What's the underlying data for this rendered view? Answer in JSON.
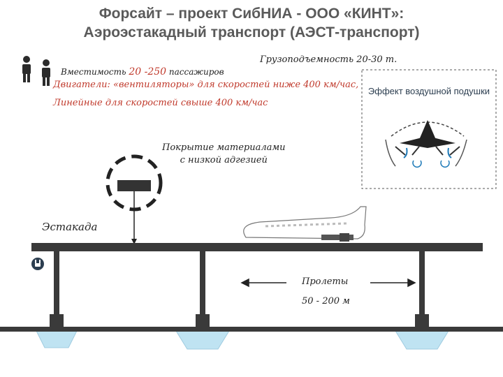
{
  "title": {
    "line1": "Форсайт – проект СибНИА - ООО «КИНТ»:",
    "line2": "Аэроэстакадный транспорт (АЭСТ-транспорт)"
  },
  "specs": {
    "capacity_label": "Вместимость",
    "capacity_value": "20 -250",
    "capacity_unit": "пассажиров",
    "cargo": "Грузоподъемность 20-30 т.",
    "engines": "Двигатели: «вентиляторы» для скоростей ниже 400 км/час,",
    "linear": "Линейные для скоростей свыше 400 км/час"
  },
  "air_cushion": {
    "label": "Эффект воздушной подушки"
  },
  "coating": {
    "line1": "Покрытие материалами",
    "line2": "с низкой адгезией"
  },
  "trestle": {
    "label": "Эстакада"
  },
  "spans": {
    "label": "Пролеты",
    "range": "50 - 200 м"
  },
  "icons": [
    "person-icon",
    "person-icon",
    "power-plug-icon"
  ],
  "colors": {
    "title": "#5a5a5a",
    "highlight": "#c0392b",
    "structure": "#3a3a3a",
    "water": "#bfe3f2",
    "accent": "#1e7ab8"
  }
}
